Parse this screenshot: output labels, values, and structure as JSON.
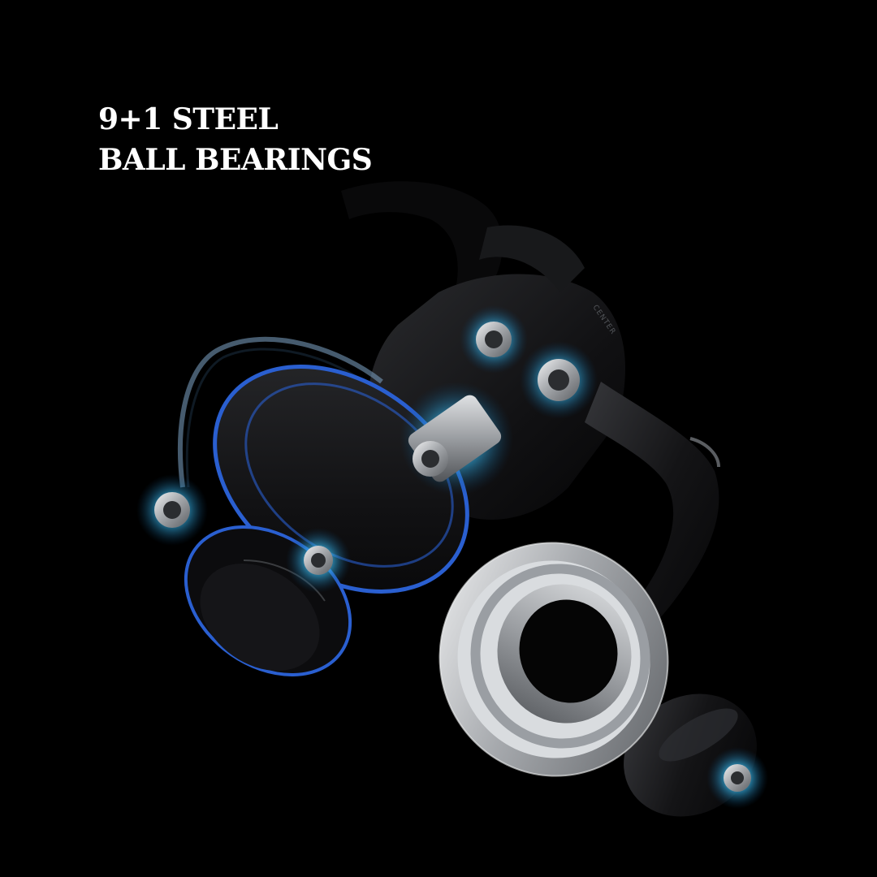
{
  "headline": {
    "line1": "9+1 STEEL",
    "line2": "BALL BEARINGS"
  },
  "reel_print": "CENTER",
  "colors": {
    "background": "#000000",
    "headline_text": "#ffffff",
    "glow": "#3ec8ff",
    "accent_stripe": "#2a5fd0",
    "steel": "#b9bcc0",
    "reel_body": "#141416"
  }
}
